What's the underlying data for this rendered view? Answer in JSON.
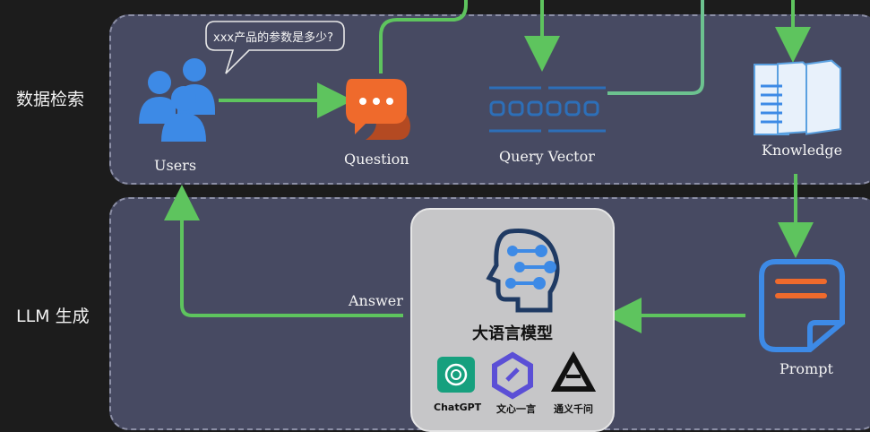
{
  "sections": {
    "retrieval_label": "数据检索",
    "generation_label": "LLM 生成"
  },
  "nodes": {
    "users": "Users",
    "question": "Question",
    "query_vector": "Query Vector",
    "knowledge": "Knowledge",
    "prompt": "Prompt",
    "answer": "Answer"
  },
  "speech_bubble": "xxx产品的参数是多少?",
  "llm": {
    "title": "大语言模型",
    "models": [
      "ChatGPT",
      "文心一言",
      "通义千问"
    ]
  },
  "colors": {
    "background": "#1c1c1c",
    "panel": "#474a62",
    "arrow_green": "#5ec45e",
    "icon_blue": "#3d8ae6",
    "question_orange": "#ef6a2c"
  }
}
